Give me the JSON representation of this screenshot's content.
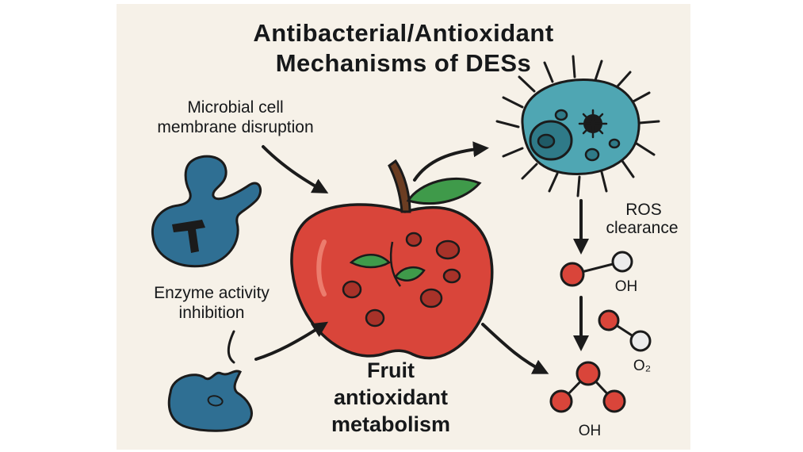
{
  "title": {
    "line1": "Antibacterial/Antioxidant",
    "line2": "Mechanisms of DESs"
  },
  "labels": {
    "membrane_line1": "Microbial cell",
    "membrane_line2": "membrane disruption",
    "enzyme_line1": "Enzyme activity",
    "enzyme_line2": "inhibition",
    "ros_line1": "ROS",
    "ros_line2": "clearance",
    "fruit_line1": "Fruit",
    "fruit_line2": "antioxidant",
    "fruit_line3": "metabolism"
  },
  "molecules": {
    "oh_top": "OH",
    "o2": "O₂",
    "oh_bottom": "OH"
  },
  "colors": {
    "background": "#f6f1e8",
    "apple_red": "#d9453a",
    "leaf_green": "#3f9a4a",
    "microbe_teal": "#4fa6b3",
    "enzyme_blue": "#2f6f93",
    "molecule_red": "#d9453a",
    "outline": "#1b1b1b"
  }
}
